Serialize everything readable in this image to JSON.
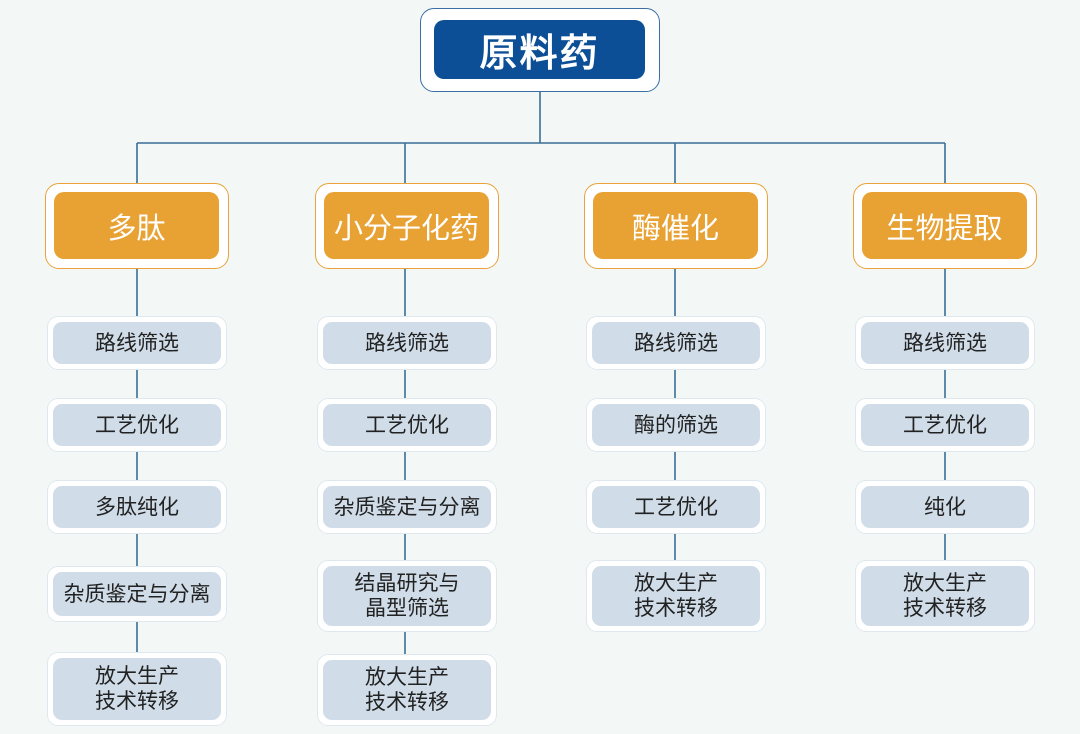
{
  "root": {
    "label": "原料药"
  },
  "columns": [
    {
      "label": "多肽",
      "steps": [
        "路线筛选",
        "工艺优化",
        "多肽纯化",
        "杂质鉴定与分离",
        "放大生产\n技术转移"
      ]
    },
    {
      "label": "小分子化药",
      "steps": [
        "路线筛选",
        "工艺优化",
        "杂质鉴定与分离",
        "结晶研究与\n晶型筛选",
        "放大生产\n技术转移"
      ]
    },
    {
      "label": "酶催化",
      "steps": [
        "路线筛选",
        "酶的筛选",
        "工艺优化",
        "放大生产\n技术转移"
      ]
    },
    {
      "label": "生物提取",
      "steps": [
        "路线筛选",
        "工艺优化",
        "纯化",
        "放大生产\n技术转移"
      ]
    }
  ],
  "colors": {
    "root_fill": "#0c4f96",
    "category_fill": "#e8a133",
    "step_fill": "#d0dde8",
    "connector": "#3a6e96"
  }
}
